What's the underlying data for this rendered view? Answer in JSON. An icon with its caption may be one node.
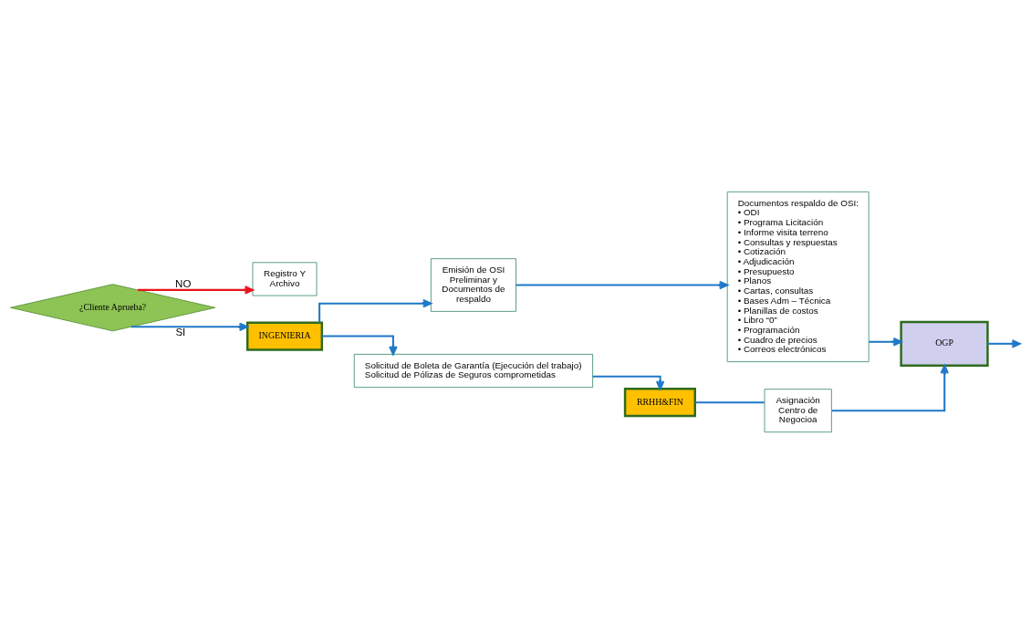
{
  "diagram": {
    "nodes": [
      {
        "text": [
          "¿Cliente Aprueba?"
        ]
      },
      {
        "text": [
          "Registro Y Archivo"
        ]
      },
      {
        "text": [
          "INGENIERIA"
        ]
      },
      {
        "text": [
          "Emisión de OSI Preliminar y Documentos de respaldo"
        ]
      },
      {
        "text": [
          "Documentos respaldo de OSI:",
          "• ODI",
          "• Programa Licitación",
          "• Informe visita terreno",
          "• Consultas y respuestas",
          "• Cotización",
          "• Adjudicación",
          "• Presupuesto",
          "• Planos",
          "• Cartas, consultas",
          "• Bases Adm – Técnica",
          "• Planillas de costos",
          "• Libro “0”",
          "• Programación",
          "• Cuadro de precios",
          "• Correos electrónicos"
        ]
      },
      {
        "text": [
          "Solicitud de Boleta de Garantía (Ejecución del trabajo)",
          "Solicitud de Pólizas de Seguros comprometidas"
        ]
      },
      {
        "text": [
          "RRHH&FIN"
        ]
      },
      {
        "text": [
          "Asignación Centro de Negocioa"
        ]
      },
      {
        "text": [
          "OGP"
        ]
      }
    ],
    "edges": [
      {
        "from": 0,
        "to": 2,
        "arrow": "to",
        "label": "SI"
      },
      {
        "from": 0,
        "to": 1,
        "arrow": "to",
        "label": "NO",
        "color": "#e8141b"
      },
      {
        "from": 2,
        "to": 3,
        "arrow": "to"
      },
      {
        "from": 3,
        "to": 4,
        "arrow": "to"
      },
      {
        "from": 4,
        "to": 8,
        "arrow": "to"
      },
      {
        "from": 2,
        "to": 5,
        "arrow": "to"
      },
      {
        "from": 5,
        "to": 6,
        "arrow": "to"
      },
      {
        "from": 6,
        "to": 7,
        "arrow": "none"
      },
      {
        "from": 7,
        "to": 8,
        "arrow": "to"
      },
      {
        "from": 8,
        "to": null,
        "arrow": "to"
      }
    ]
  }
}
